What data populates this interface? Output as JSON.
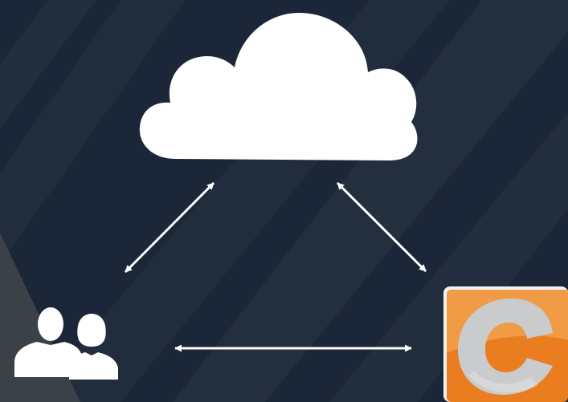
{
  "diagram": {
    "nodes": [
      {
        "id": "cloud",
        "icon": "cloud-icon"
      },
      {
        "id": "users",
        "icon": "users-icon"
      },
      {
        "id": "concrete",
        "icon": "concrete5-logo-icon"
      }
    ],
    "edges": [
      {
        "from": "cloud",
        "to": "users",
        "direction": "bidirectional"
      },
      {
        "from": "cloud",
        "to": "concrete",
        "direction": "bidirectional"
      },
      {
        "from": "users",
        "to": "concrete",
        "direction": "bidirectional"
      }
    ]
  },
  "colors": {
    "background": "#1b2638",
    "background_stripe": "#24303f",
    "background_corner": "#3a4247",
    "foreground": "#ffffff",
    "logo_orange": "#e97d1f",
    "logo_light_orange": "#f2a04e",
    "logo_grey": "#c9cbcc"
  }
}
